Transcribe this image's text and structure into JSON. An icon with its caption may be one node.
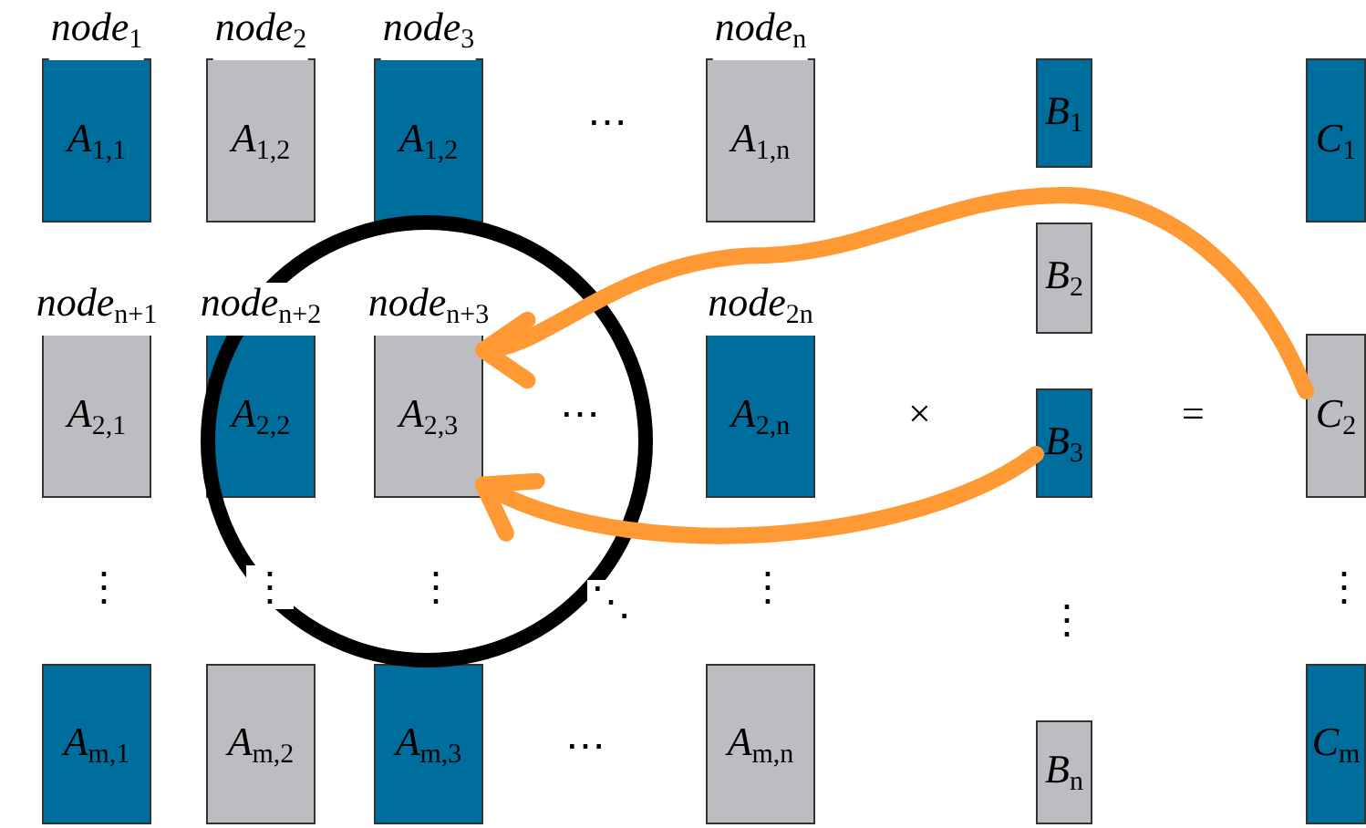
{
  "diagram": {
    "nodes": [
      {
        "text": [
          "*node*$_{1}$",
          "*A*$_{1,1}$"
        ]
      },
      {
        "text": [
          "*node*$_{2}$",
          "*A*$_{1,2}$"
        ]
      },
      {
        "text": [
          "*node*$_{3}$",
          "*A*$_{1,2}$"
        ]
      },
      {
        "text": [
          "*node*$_{n}$",
          "*A*$_{1,n}$"
        ]
      },
      {
        "text": [
          "*B*$_{1}$"
        ]
      },
      {
        "text": [
          "*C*$_{1}$"
        ]
      },
      {
        "text": [
          "*node*$_{n+1}$",
          "*A*$_{2,1}$"
        ]
      },
      {
        "text": [
          "*node*$_{n+2}$",
          "*A*$_{2,2}$"
        ]
      },
      {
        "text": [
          "*node*$_{n+3}$",
          "*A*$_{2,3}$"
        ]
      },
      {
        "text": [
          "*node*$_{2n}$",
          "*A*$_{2,n}$"
        ]
      },
      {
        "text": [
          "*B*$_{2}$"
        ]
      },
      {
        "text": [
          "*B*$_{3}$"
        ]
      },
      {
        "text": [
          "*C*$_{2}$"
        ]
      },
      {
        "text": [
          "*A*$_{m,1}$"
        ]
      },
      {
        "text": [
          "*A*$_{m,2}$"
        ]
      },
      {
        "text": [
          "*A*$_{m,3}$"
        ]
      },
      {
        "text": [
          "*A*$_{m,n}$"
        ]
      },
      {
        "text": [
          "*B*$_{n}$"
        ]
      },
      {
        "text": [
          "*C*$_{m}$"
        ]
      }
    ],
    "edges": [
      {
        "from": 12,
        "to": 8,
        "arrow": "to"
      },
      {
        "from": 11,
        "to": 8,
        "arrow": "to"
      }
    ],
    "labels": [
      "⋯",
      "⋯",
      "×",
      "=",
      "⋮",
      "⋮",
      "⋮",
      "⋱",
      "⋮",
      "⋮",
      "⋮",
      "⋯"
    ]
  }
}
